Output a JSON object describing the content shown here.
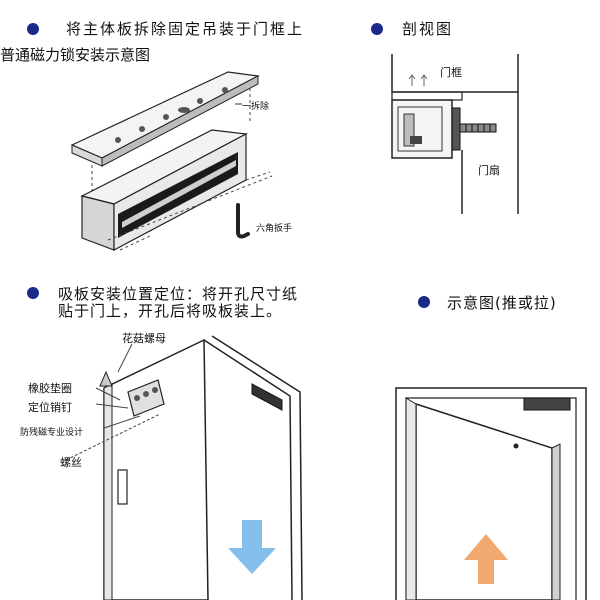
{
  "sections": {
    "install": {
      "heading": "将主体板拆除固定吊装于门框上",
      "subtitle": "普通磁力锁安装示意图",
      "label_remove": "一拆除",
      "label_hex_wrench": "六角扳手"
    },
    "section_view": {
      "heading": "剖视图",
      "label_frame": "门框",
      "label_leaf": "门扇"
    },
    "positioning": {
      "heading_line1": "吸板安装位置定位：将开孔尺寸纸",
      "heading_line2": "贴于门上，开孔后将吸板装上。",
      "label_mushroom_nut": "花菇螺母",
      "label_rubber_washer": "橡胶垫圈",
      "label_locating_pin": "定位销钉",
      "label_anti_residual": "防残磁专业设计",
      "label_screw": "螺丝"
    },
    "schematic": {
      "heading": "示意图(推或拉)"
    }
  },
  "colors": {
    "bullet": "#1b2a8a",
    "push_arrow": "#6fb3e8",
    "pull_arrow": "#f0a060"
  }
}
